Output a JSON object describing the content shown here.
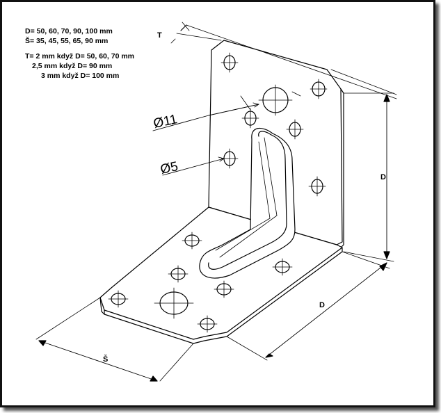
{
  "specs": {
    "line_d": "D= 50, 60, 70, 90, 100 mm",
    "line_s": "Š= 35, 45, 55, 65, 90 mm",
    "line_t1": "T= 2 mm když D= 50, 60, 70 mm",
    "line_t2": "2,5 mm když D= 90 mm",
    "line_t3": "3 mm když D= 100 mm"
  },
  "labels": {
    "t": "T",
    "d_vertical": "D",
    "d_horizontal": "D",
    "s": "Š",
    "hole_large": "Ø11",
    "hole_small": "Ø5"
  },
  "colors": {
    "line": "#000000",
    "frame": "#111111",
    "plate": "#ffffff"
  }
}
